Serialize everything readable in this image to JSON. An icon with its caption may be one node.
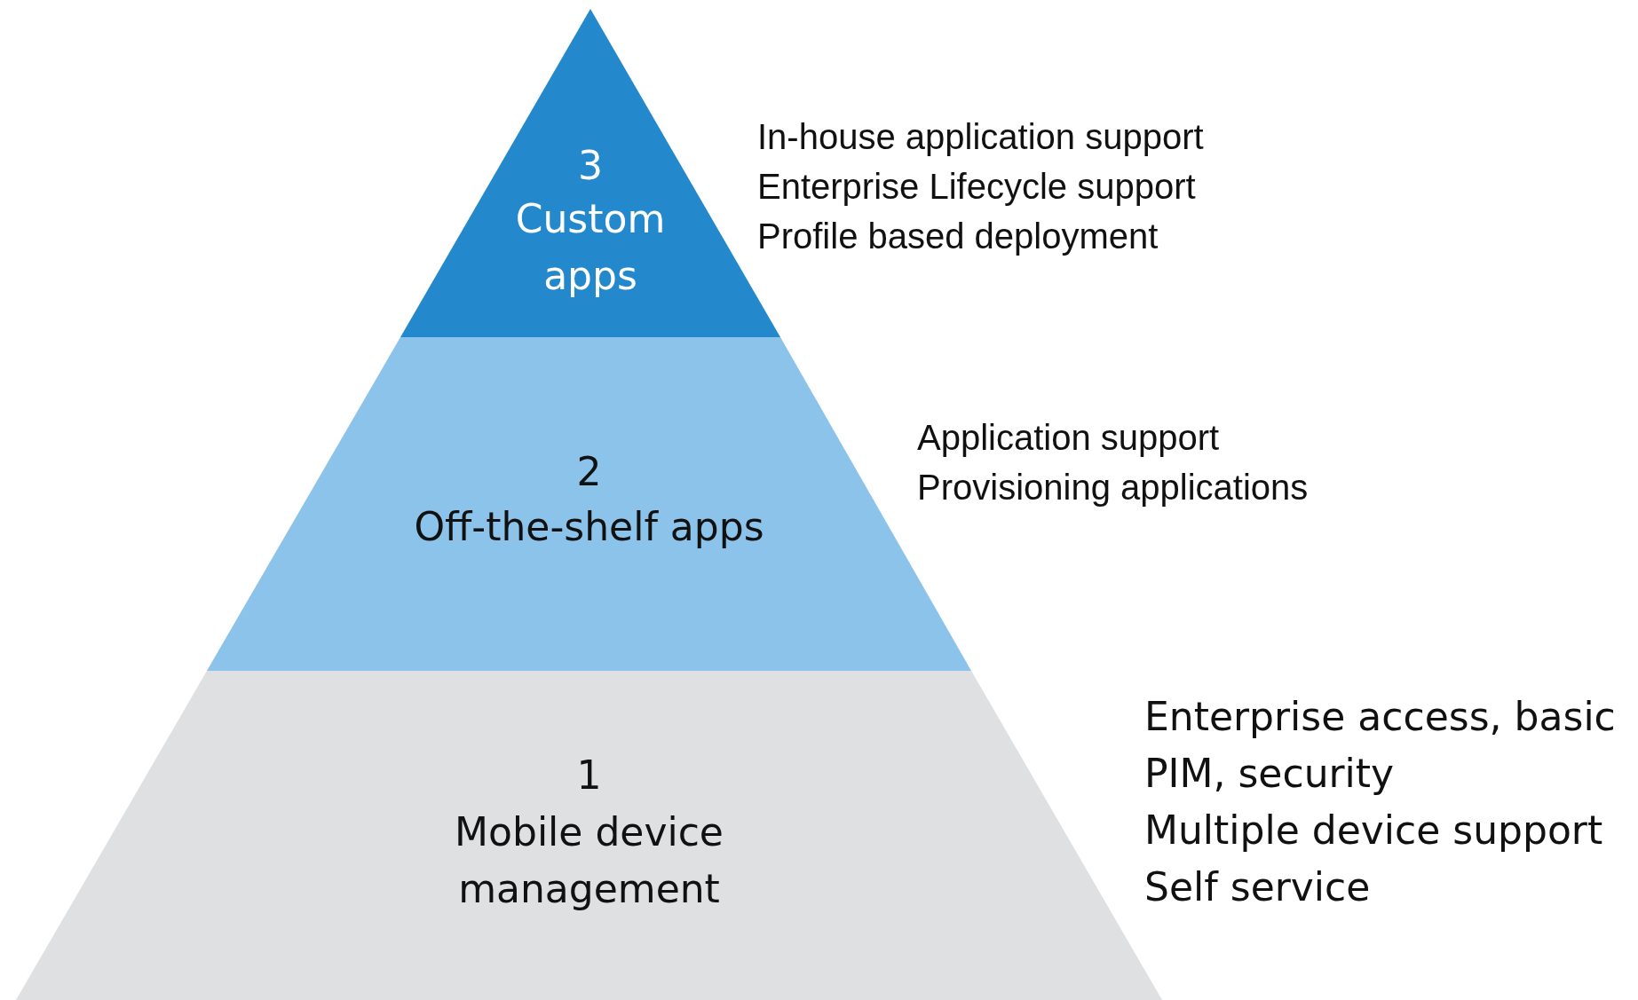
{
  "diagram": {
    "nodes": [
      {
        "text": [
          "3",
          "Custom apps"
        ],
        "beside": [
          "In-house application support",
          "Enterprise Lifecycle support",
          "Profile based deployment"
        ]
      },
      {
        "text": [
          "2",
          "Off-the-shelf apps"
        ],
        "beside": [
          "Application support",
          "Provisioning applications"
        ]
      },
      {
        "text": [
          "1",
          "Mobile device management"
        ],
        "beside": [
          "Enterprise access, basic PIM, security",
          "Multiple device support",
          "Self service"
        ]
      }
    ]
  }
}
